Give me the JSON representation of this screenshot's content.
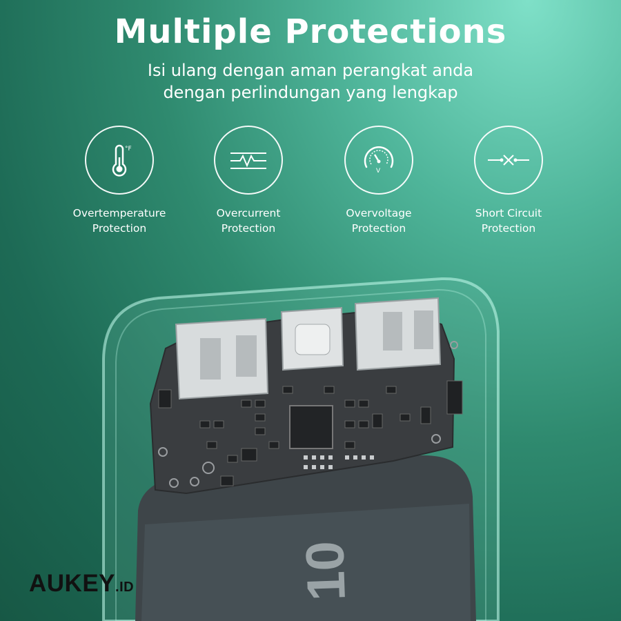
{
  "heading": "Multiple Protections",
  "subtitle_line1": "Isi ulang dengan aman perangkat anda",
  "subtitle_line2": "dengan perlindungan yang lengkap",
  "features": [
    {
      "icon": "thermometer-icon",
      "line1": "Overtemperature",
      "line2": "Protection",
      "unit": "°F"
    },
    {
      "icon": "current-wave-icon",
      "line1": "Overcurrent",
      "line2": "Protection"
    },
    {
      "icon": "gauge-icon",
      "line1": "Overvoltage",
      "line2": "Protection",
      "unit": "V"
    },
    {
      "icon": "short-circuit-icon",
      "line1": "Short Circuit",
      "line2": "Protection"
    }
  ],
  "brand": {
    "name": "AUKEY",
    "suffix": ".ID"
  },
  "battery_label": "10",
  "colors": {
    "bg_light": "#7fe0c8",
    "bg_dark": "#175845",
    "pcb": "#3a3d40",
    "text": "#ffffff"
  }
}
